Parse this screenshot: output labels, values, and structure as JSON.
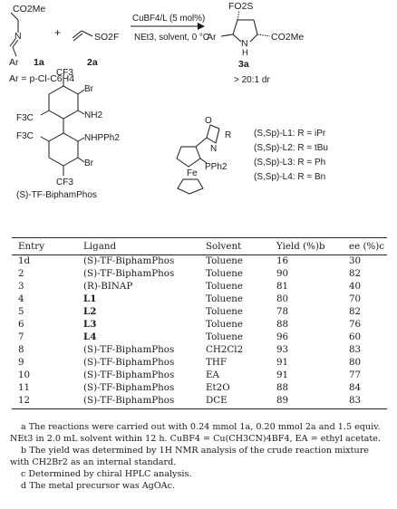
{
  "scheme": {
    "substrate_1a": {
      "top": "CO2Me",
      "n": "N",
      "ar": "Ar",
      "label": "1a"
    },
    "plus": "+",
    "substrate_2a": {
      "group": "SO2F",
      "label": "2a"
    },
    "arrow_top": "CuBF4/L (5 mol%)",
    "arrow_bottom": "NEt3, solvent, 0 °C",
    "product_3a": {
      "top": "FO2S",
      "ar": "Ar",
      "nh": "N",
      "h": "H",
      "ester": "CO2Me",
      "label": "3a"
    },
    "dr": "> 20:1 dr",
    "ar_definition": "Ar = p-Cl-C6H4"
  },
  "ligands": {
    "biphamphos": {
      "cf3_top": "CF3",
      "br_top": "Br",
      "f3c_1": "F3C",
      "nh2": "NH2",
      "f3c_2": "F3C",
      "nhpph2": "NHPPh2",
      "br_bottom": "Br",
      "cf3_bottom": "CF3",
      "name": "(S)-TF-BiphamPhos"
    },
    "ferrocene": {
      "o": "O",
      "n": "N",
      "r": "R",
      "fe": "Fe",
      "pph2": "PPh2"
    },
    "list": [
      "(S,Sp)-L1: R = iPr",
      "(S,Sp)-L2: R = tBu",
      "(S,Sp)-L3: R = Ph",
      "(S,Sp)-L4: R = Bn"
    ]
  },
  "table": {
    "headers": [
      "Entry",
      "Ligand",
      "Solvent",
      "Yield (%)b",
      "ee (%)c"
    ],
    "rows": [
      {
        "entry": "1d",
        "ligand": "(S)-TF-BiphamPhos",
        "solvent": "Toluene",
        "yield": "16",
        "ee": "30"
      },
      {
        "entry": "2",
        "ligand": "(S)-TF-BiphamPhos",
        "solvent": "Toluene",
        "yield": "90",
        "ee": "82"
      },
      {
        "entry": "3",
        "ligand": "(R)-BINAP",
        "solvent": "Toluene",
        "yield": "81",
        "ee": "40"
      },
      {
        "entry": "4",
        "ligand": "L1",
        "solvent": "Toluene",
        "yield": "80",
        "ee": "70"
      },
      {
        "entry": "5",
        "ligand": "L2",
        "solvent": "Toluene",
        "yield": "78",
        "ee": "82"
      },
      {
        "entry": "6",
        "ligand": "L3",
        "solvent": "Toluene",
        "yield": "88",
        "ee": "76"
      },
      {
        "entry": "7",
        "ligand": "L4",
        "solvent": "Toluene",
        "yield": "96",
        "ee": "60"
      },
      {
        "entry": "8",
        "ligand": "(S)-TF-BiphamPhos",
        "solvent": "CH2Cl2",
        "yield": "93",
        "ee": "83"
      },
      {
        "entry": "9",
        "ligand": "(S)-TF-BiphamPhos",
        "solvent": "THF",
        "yield": "91",
        "ee": "80"
      },
      {
        "entry": "10",
        "ligand": "(S)-TF-BiphamPhos",
        "solvent": "EA",
        "yield": "91",
        "ee": "77"
      },
      {
        "entry": "11",
        "ligand": "(S)-TF-BiphamPhos",
        "solvent": "Et2O",
        "yield": "88",
        "ee": "84"
      },
      {
        "entry": "12",
        "ligand": "(S)-TF-BiphamPhos",
        "solvent": "DCE",
        "yield": "89",
        "ee": "83"
      }
    ]
  },
  "footnotes": [
    "a The reactions were carried out with 0.24 mmol 1a, 0.20 mmol 2a and 1.5 equiv. NEt3 in 2.0 mL solvent within 12 h. CuBF4 = Cu(CH3CN)4BF4, EA = ethyl acetate.",
    "b The yield was determined by 1H NMR analysis of the crude reaction mixture with CH2Br2 as an internal standard.",
    "c Determined by chiral HPLC analysis.",
    "d The metal precursor was AgOAc."
  ]
}
